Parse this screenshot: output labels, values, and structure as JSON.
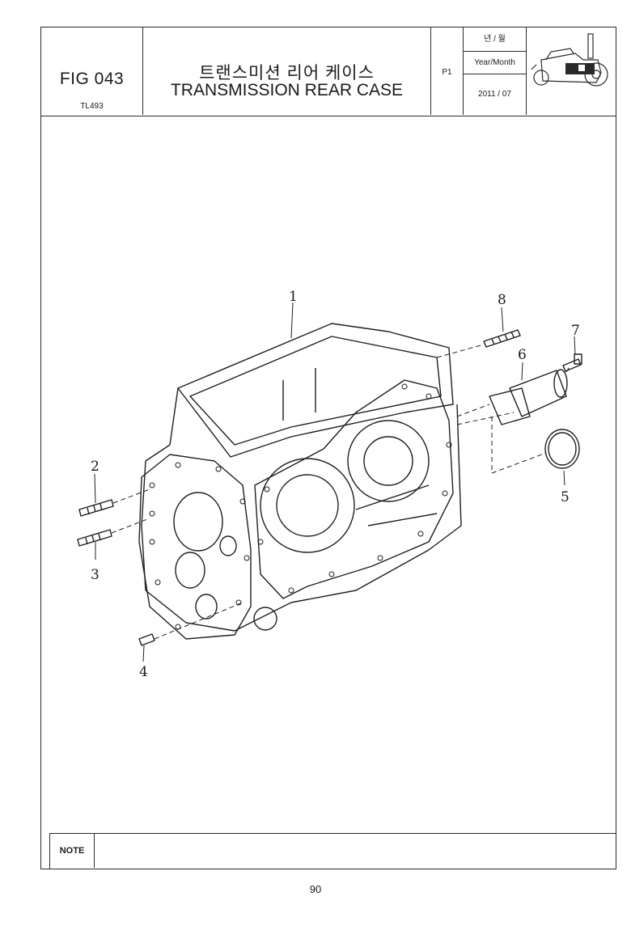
{
  "header": {
    "fig_no": "FIG 043",
    "model": "TL493",
    "title_kr": "트랜스미션 리어 케이스",
    "title_en": "TRANSMISSION REAR CASE",
    "page": "P1",
    "date_label_kr": "년 / 월",
    "date_label_en": "Year/Month",
    "date_value": "2011 / 07"
  },
  "callouts": [
    "1",
    "2",
    "3",
    "4",
    "5",
    "6",
    "7",
    "8"
  ],
  "note_label": "NOTE",
  "page_number": "90"
}
